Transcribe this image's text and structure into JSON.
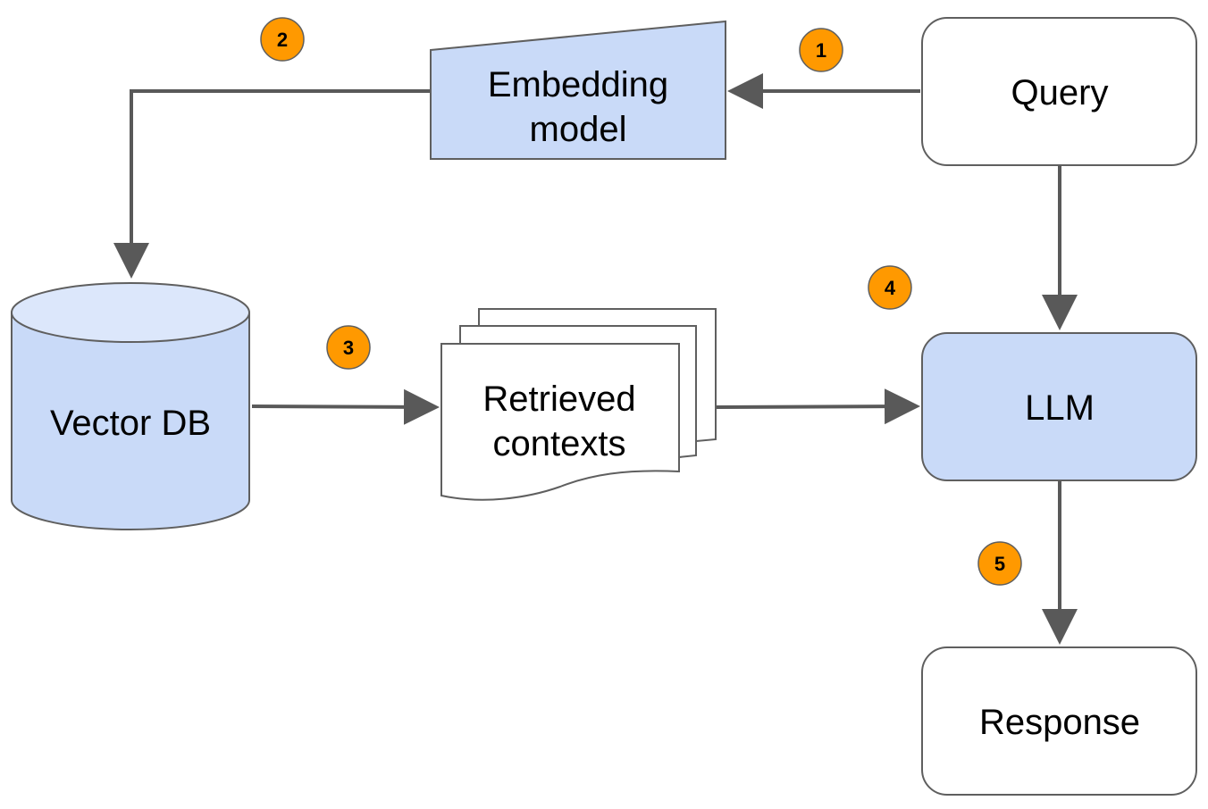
{
  "nodes": {
    "embedding_model": {
      "line1": "Embedding",
      "line2": "model"
    },
    "query": {
      "label": "Query"
    },
    "vector_db": {
      "label": "Vector DB"
    },
    "retrieved_contexts": {
      "line1": "Retrieved",
      "line2": "contexts"
    },
    "llm": {
      "label": "LLM"
    },
    "response": {
      "label": "Response"
    }
  },
  "steps": [
    "1",
    "2",
    "3",
    "4",
    "5"
  ],
  "colors": {
    "blue_fill": "#c9daf8",
    "blue_top": "#dce7fb",
    "stroke": "#5f5f5f",
    "arrow": "#595959",
    "badge": "#ff9900",
    "white": "#ffffff"
  }
}
